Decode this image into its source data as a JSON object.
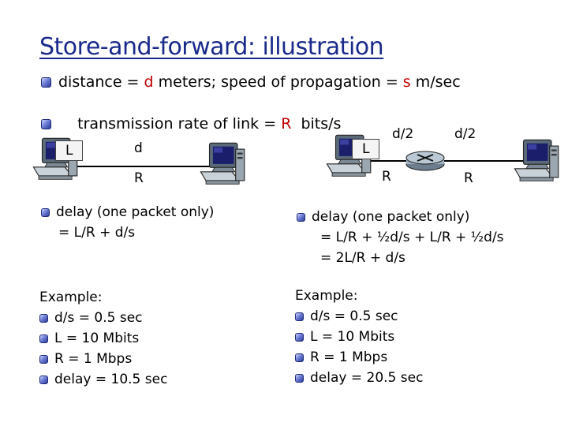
{
  "title": "Store-and-forward: illustration",
  "bullets": [
    {
      "parts": [
        {
          "text": "distance = ",
          "color": "black"
        },
        {
          "text": "d",
          "color": "red"
        },
        {
          "text": " meters; speed of propagation = ",
          "color": "black"
        },
        {
          "text": "s",
          "color": "red"
        },
        {
          "text": " m/sec",
          "color": "black"
        }
      ]
    },
    {
      "parts": [
        {
          "text": "transmission rate of link = ",
          "color": "black"
        },
        {
          "text": "R",
          "color": "red"
        },
        {
          "text": "  bits/s",
          "color": "black"
        }
      ]
    }
  ],
  "left": {
    "packet": "L",
    "distance": "d",
    "rate": "R",
    "delay_title": "delay (one packet only)",
    "delay_formula": "= L/R + d/s",
    "example_title": "Example:",
    "example_items": [
      "d/s = 0.5 sec",
      "L = 10 Mbits",
      "R = 1 Mbps",
      "delay = 10.5 sec"
    ]
  },
  "right": {
    "packet": "L",
    "distance1": "d/2",
    "distance2": "d/2",
    "rate1": "R",
    "rate2": "R",
    "delay_title": "delay (one packet only)",
    "delay_formula1": "= L/R + ½d/s + L/R + ½d/s",
    "delay_formula2": "= 2L/R + d/s",
    "example_title": "Example:",
    "example_items": [
      "d/s = 0.5 sec",
      "L = 10 Mbits",
      "R = 1 Mbps",
      "delay = 20.5 sec"
    ]
  },
  "icons": {
    "host": "desktop-computer-icon",
    "router": "router-icon"
  },
  "colors": {
    "title": "#1a2a8c",
    "highlight": "#c00000",
    "bullet": "#2a3a9a"
  }
}
